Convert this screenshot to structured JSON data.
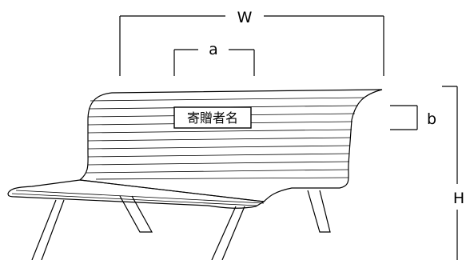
{
  "labels": {
    "width": "W",
    "plate_width": "a",
    "plate_height": "b",
    "height": "H",
    "plate_text": "寄贈者名"
  }
}
